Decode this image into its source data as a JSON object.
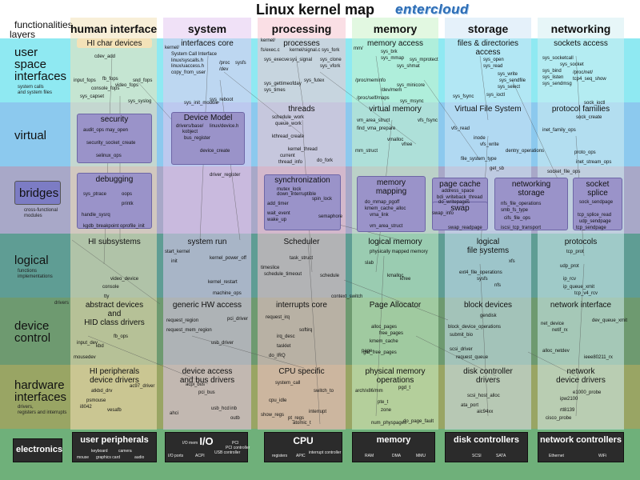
{
  "title": "Linux kernel map",
  "logo": "entercloud",
  "corner": {
    "functionalities": "functionalities",
    "layers": "layers"
  },
  "columns": [
    {
      "name": "human interface"
    },
    {
      "name": "system"
    },
    {
      "name": "processing"
    },
    {
      "name": "memory"
    },
    {
      "name": "storage"
    },
    {
      "name": "networking"
    }
  ],
  "rows": [
    {
      "label": "user\nspace\ninterfaces",
      "sub": "system calls\nand system files"
    },
    {
      "label": "virtual",
      "sub": ""
    },
    {
      "label": "bridges",
      "sub": "cross-functional\nmodules"
    },
    {
      "label": "logical",
      "sub": "functions\nimplementations"
    },
    {
      "label": "device\ncontrol",
      "sub": "drivers"
    },
    {
      "label": "hardware\ninterfaces",
      "sub": "drivers,\nregisters and interrupts"
    },
    {
      "label": "electronics",
      "sub": ""
    }
  ],
  "blocks": {
    "hi_char_devices": "HI char devices",
    "interfaces_core": "interfaces core",
    "processes": "processes",
    "memory_access": "memory access",
    "files_dirs_access": "files & directories\naccess",
    "sockets_access": "sockets access",
    "security": "security",
    "device_model": "Device Model",
    "threads": "threads",
    "virtual_memory": "virtual memory",
    "virtual_file_system": "Virtual File System",
    "protocol_families": "protocol families",
    "bridges": "bridges",
    "debugging": "debugging",
    "synchronization": "synchronization",
    "memory_mapping": "memory\nmapping",
    "page_cache": "page cache",
    "swap": "swap",
    "networking_storage": "networking\nstorage",
    "socket_splice": "socket\nsplice",
    "hi_subsystems": "HI subsystems",
    "system_run": "system run",
    "scheduler": "Scheduler",
    "logical_memory": "logical memory",
    "logical_file_systems": "logical\nfile systems",
    "protocols": "protocols",
    "abstract_devices": "abstract devices\nand\nHID class drivers",
    "generic_hw_access": "generic HW access",
    "interrupts_core": "interrupts core",
    "page_allocator": "Page Allocator",
    "block_devices": "block devices",
    "network_interface": "network interface",
    "hi_peripherals": "HI peripherals\ndevice drivers",
    "device_access": "device access\nand bus drivers",
    "cpu_specific": "CPU specific",
    "physical_memory_ops": "physical memory\noperations",
    "disk_controller_drivers": "disk controller\ndrivers",
    "network_device_drivers": "network\ndevice drivers"
  },
  "electronics": {
    "user_peripherals": "user peripherals",
    "io": "I/O",
    "cpu": "CPU",
    "memory": "memory",
    "disk_controllers": "disk controllers",
    "network_controllers": "network controllers",
    "up_items": [
      "keyboard",
      "camera",
      "mouse",
      "graphics card",
      "audio"
    ],
    "io_items": [
      "I/O mem",
      "PCI",
      "I/O ports",
      "ACPI",
      "USB controller",
      "PCI controller"
    ],
    "cpu_items": [
      "registers",
      "APIC",
      "interrupt controller"
    ],
    "mem_items": [
      "RAM",
      "DMA",
      "MMU"
    ],
    "disk_items": [
      "SCSI",
      "SATA"
    ],
    "net_items": [
      "Ethernet",
      "WiFi"
    ]
  },
  "nodes": {
    "n1": "cdev_add",
    "n2": "input_fops",
    "n3": "fb_fops",
    "n4": "console_fops",
    "n5": "video_fops",
    "n6": "snd_fops",
    "n7": "sys_capset",
    "n8": "sys_syslog",
    "n9": "kernel/",
    "n10": "System Call Interface",
    "n11": "linux/syscalls.h",
    "n12": "linux/uaccess.h",
    "n13": "copy_from_user",
    "n14": "/proc",
    "n15": "sysfs",
    "n16": "/dev",
    "n17": "sys_init_module",
    "n18": "sys_reboot",
    "n19": "kernel/",
    "n20": "fs/exec.c",
    "n21": "kernel/signal.c",
    "n22": "sys_fork",
    "n23": "sys_execve",
    "n24": "sys_signal",
    "n25": "sys_clone",
    "n26": "sys_vfork",
    "n27": "sys_futex",
    "n28": "sys_gettimeofday",
    "n29": "sys_times",
    "n30": "mm/",
    "n31": "sys_brk",
    "n32": "sys_mmap",
    "n33": "sys_mprotect",
    "n34": "sys_shmat",
    "n35": "sys_minicore",
    "n36": "sys_msync",
    "n37": "/proc/meminfo",
    "n38": "/dev/mem",
    "n39": "/proc/self/maps",
    "n40": "sys_open",
    "n41": "sys_read",
    "n42": "sys_write",
    "n43": "sys_sendfile",
    "n44": "sys_select",
    "n45": "sys_ioctl",
    "n46": "sys_fsync",
    "n47": "sys_socketcall",
    "n48": "sys_socket",
    "n49": "sys_bind",
    "n50": "sys_listen",
    "n51": "sys_sendmsg",
    "n52": "/proc/net/",
    "n53": "tcp4_seq_show",
    "n54": "sock_ioctl",
    "n55": "audit_ops",
    "n56": "may_open",
    "n57": "security_socket_create",
    "n58": "selinux_ops",
    "n59": "drivers/base/",
    "n60": "linux/device.h",
    "n61": "kobject",
    "n62": "bus_register",
    "n63": "driver_register",
    "n64": "device_create",
    "n65": "schedule_work",
    "n66": "queue_work",
    "n67": "kthread_create",
    "n68": "kernel_thread",
    "n69": "current",
    "n70": "thread_info",
    "n71": "do_fork",
    "n72": "vm_area_struct",
    "n73": "find_vma_prepare",
    "n74": "vmalloc",
    "n75": "vfree",
    "n76": "mm_struct",
    "n77": "vfs_fsync",
    "n78": "inode",
    "n79": "file_system_type",
    "n80": "vfs_read",
    "n81": "vfs_write",
    "n82": "get_sb",
    "n83": "dentry_operations",
    "n84": "sock_create",
    "n85": "inet_family_ops",
    "n86": "proto_ops",
    "n87": "inet_stream_ops",
    "n88": "socket_file_ops",
    "n89": "sys_ptrace",
    "n90": "oops",
    "n91": "printk",
    "n92": "handle_sysrq",
    "n93": "kgdb_breakpoint",
    "n94": "oprofile_init",
    "n95": "mutex_lock",
    "n96": "down_interruptible",
    "n97": "spin_lock",
    "n98": "wait_event",
    "n99": "wake_up",
    "n100": "semaphore",
    "n101": "add_timer",
    "n102": "do_mmap_pgoff",
    "n103": "kmem_cache_alloc",
    "n104": "vma_link",
    "n105": "vm_area_struct",
    "n106": "address_space",
    "n107": "bdi_writeback_thread",
    "n108": "do_writepages",
    "n109": "swap_info",
    "n110": "swap_readpage",
    "n111": "nfs_file_operations",
    "n112": "smb_fs_type",
    "n113": "cifs_file_ops",
    "n114": "iscsi_tcp_transport",
    "n115": "sock_sendpage",
    "n116": "tcp_splice_read",
    "n117": "udp_sendpage",
    "n118": "tcp_sendpage",
    "n119": "video_device",
    "n120": "tty",
    "n121": "console",
    "n122": "start_kernel",
    "n123": "init",
    "n124": "kernel_power_off",
    "n125": "kernel_restart",
    "n126": "machine_ops",
    "n127": "schedule",
    "n128": "task_struct",
    "n129": "context_switch",
    "n130": "timeslice",
    "n131": "schedule_timeout",
    "n132": "kmalloc",
    "n133": "kfree",
    "n134": "slab",
    "n135": "physically mapped memory",
    "n136": "ext4_file_operations",
    "n137": "sysfs",
    "n138": "xfs",
    "n139": "nfs",
    "n140": "tcp_prot",
    "n141": "udp_prot",
    "n142": "ip_rcv",
    "n143": "ip_queue_xmit",
    "n144": "tcp_v4_rcv",
    "n145": "input_dev",
    "n146": "mousedev",
    "n147": "kbd",
    "n148": "fb_ops",
    "n149": "request_region",
    "n150": "request_mem_region",
    "n151": "pci_driver",
    "n152": "usb_driver",
    "n153": "request_irq",
    "n154": "do_IRQ",
    "n155": "irq_desc",
    "n156": "tasklet",
    "n157": "softirq",
    "n158": "alloc_pages",
    "n159": "free_pages",
    "n160": "kmem_cache",
    "n161": "get_free_pages",
    "n162": "page",
    "n163": "block_device_operations",
    "n164": "gendisk",
    "n165": "submit_bio",
    "n166": "scsi_driver",
    "n167": "request_queue",
    "n168": "net_device",
    "n169": "netif_rx",
    "n170": "dev_queue_xmit",
    "n171": "alloc_netdev",
    "n172": "ieee80211_rx",
    "n173": "atkbd_drv",
    "n174": "psmouse",
    "n175": "i8042",
    "n176": "vesafb",
    "n177": "ac97_driver",
    "n178": "pci_bus",
    "n179": "usb_hcd",
    "n180": "ahci",
    "n181": "acpi_bus",
    "n182": "inb",
    "n183": "outb",
    "n184": "system_call",
    "n185": "switch_to",
    "n186": "cpu_idle",
    "n187": "show_regs",
    "n188": "pt_regs",
    "n189": "interrupt",
    "n190": "atomic_t",
    "n191": "arch/x86/mm",
    "n192": "pgd_t",
    "n193": "pte_t",
    "n194": "zone",
    "n195": "num_physpages",
    "n196": "do_page_fault",
    "n197": "scsi_host_alloc",
    "n198": "ata_port",
    "n199": "aic94xx",
    "n200": "e1000_probe",
    "n201": "ipw2100",
    "n202": "rtl8139",
    "n203": "cisco_probe"
  }
}
